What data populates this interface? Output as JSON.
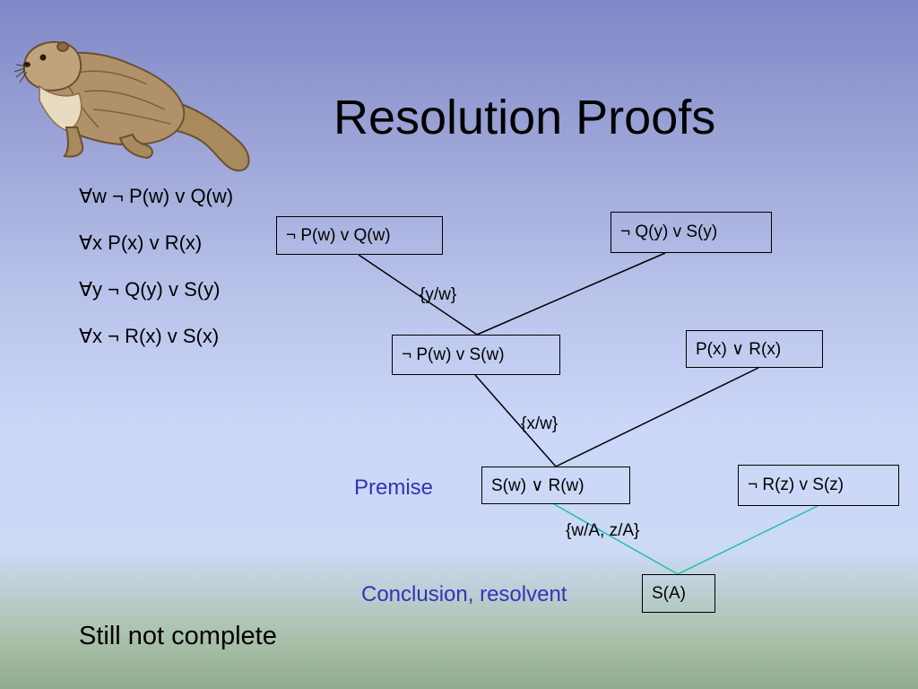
{
  "title": "Resolution Proofs",
  "premises": [
    "∀w ¬ P(w) v Q(w)",
    "∀x P(x) v R(x)",
    "∀y ¬ Q(y) v S(y)",
    "∀x ¬ R(x) v S(x)"
  ],
  "clauses": {
    "c1": "¬ P(w) v Q(w)",
    "c2": "¬ Q(y) v S(y)",
    "c3": "¬ P(w) v S(w)",
    "c4": "P(x) ∨ R(x)",
    "c5": "S(w) ∨ R(w)",
    "c6": "¬ R(z) v S(z)",
    "c7": "S(A)"
  },
  "substitutions": {
    "s1": "{y/w}",
    "s2": "{x/w}",
    "s3": "{w/A, z/A}"
  },
  "annotations": {
    "premise": "Premise",
    "conclusion": "Conclusion, resolvent"
  },
  "footer_note": "Still not complete",
  "colors": {
    "annotation": "#3333bb",
    "final_edges": "#20c0b0",
    "edges": "#000000"
  },
  "icons": {
    "otter": "otter-illustration"
  }
}
